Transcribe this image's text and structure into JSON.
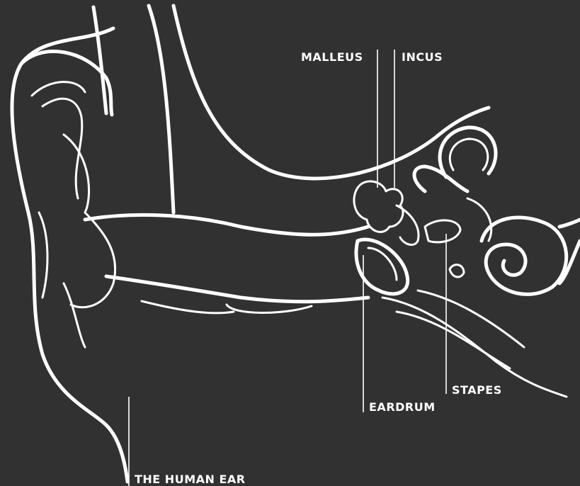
{
  "diagram": {
    "title": "THE HUMAN EAR",
    "labels": {
      "malleus": "MALLEUS",
      "incus": "INCUS",
      "eardrum": "EARDRUM",
      "stapes": "STAPES"
    },
    "colors": {
      "background": "#313131",
      "ink": "#ffffff"
    }
  }
}
